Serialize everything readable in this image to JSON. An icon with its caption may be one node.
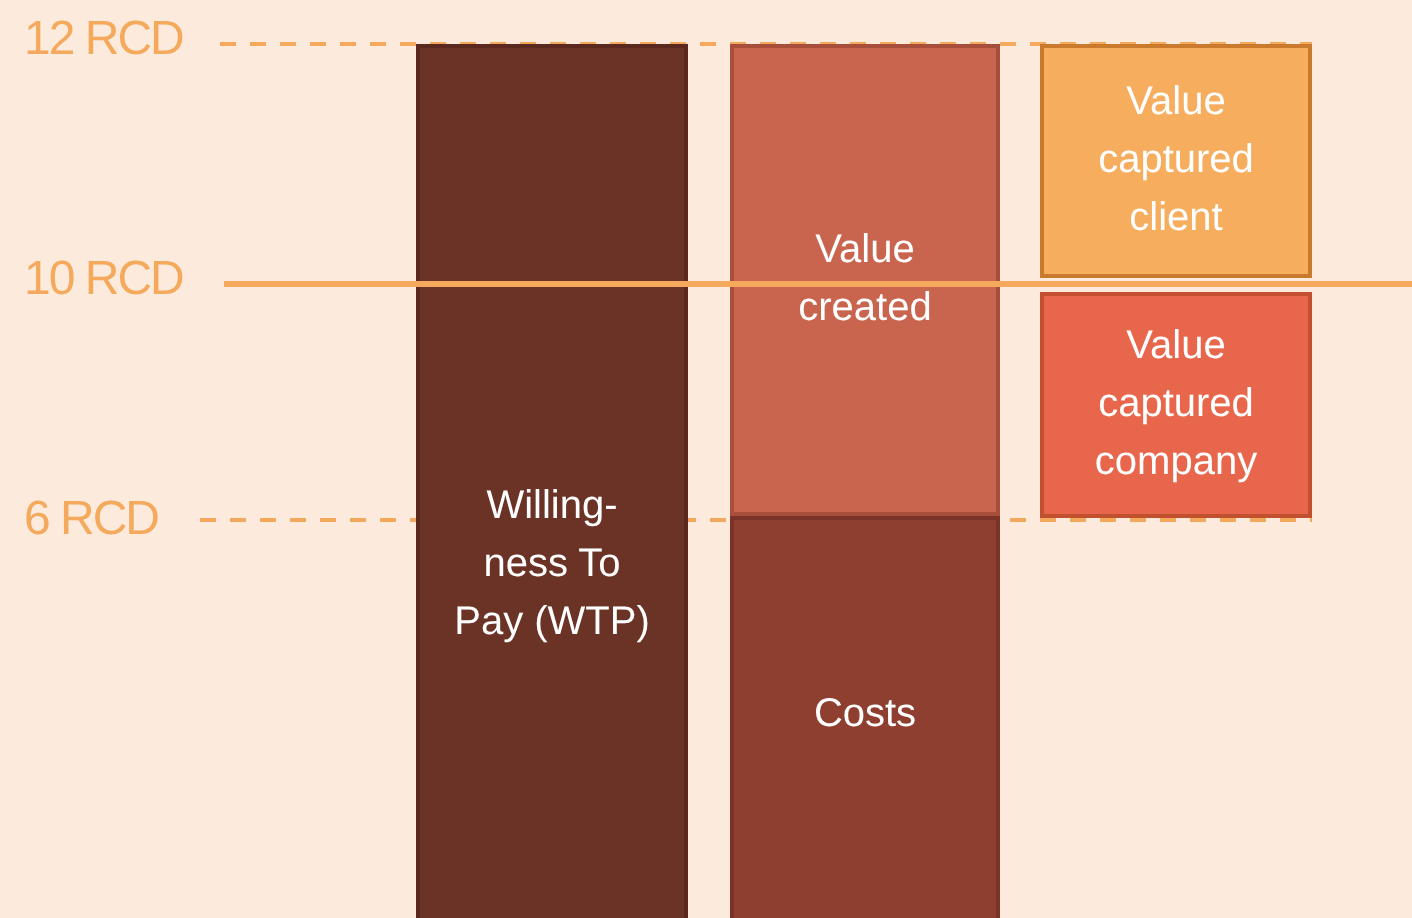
{
  "diagram": {
    "nodes": [
      {
        "text": [
          "Willing- ness To Pay (WTP)"
        ]
      },
      {
        "text": [
          "Value created"
        ]
      },
      {
        "text": [
          "Costs"
        ]
      },
      {
        "text": [
          "Value captured client"
        ]
      },
      {
        "text": [
          "Value captured company"
        ]
      }
    ],
    "labels": [
      "12 RCD",
      "10 RCD",
      "6 RCD"
    ]
  }
}
